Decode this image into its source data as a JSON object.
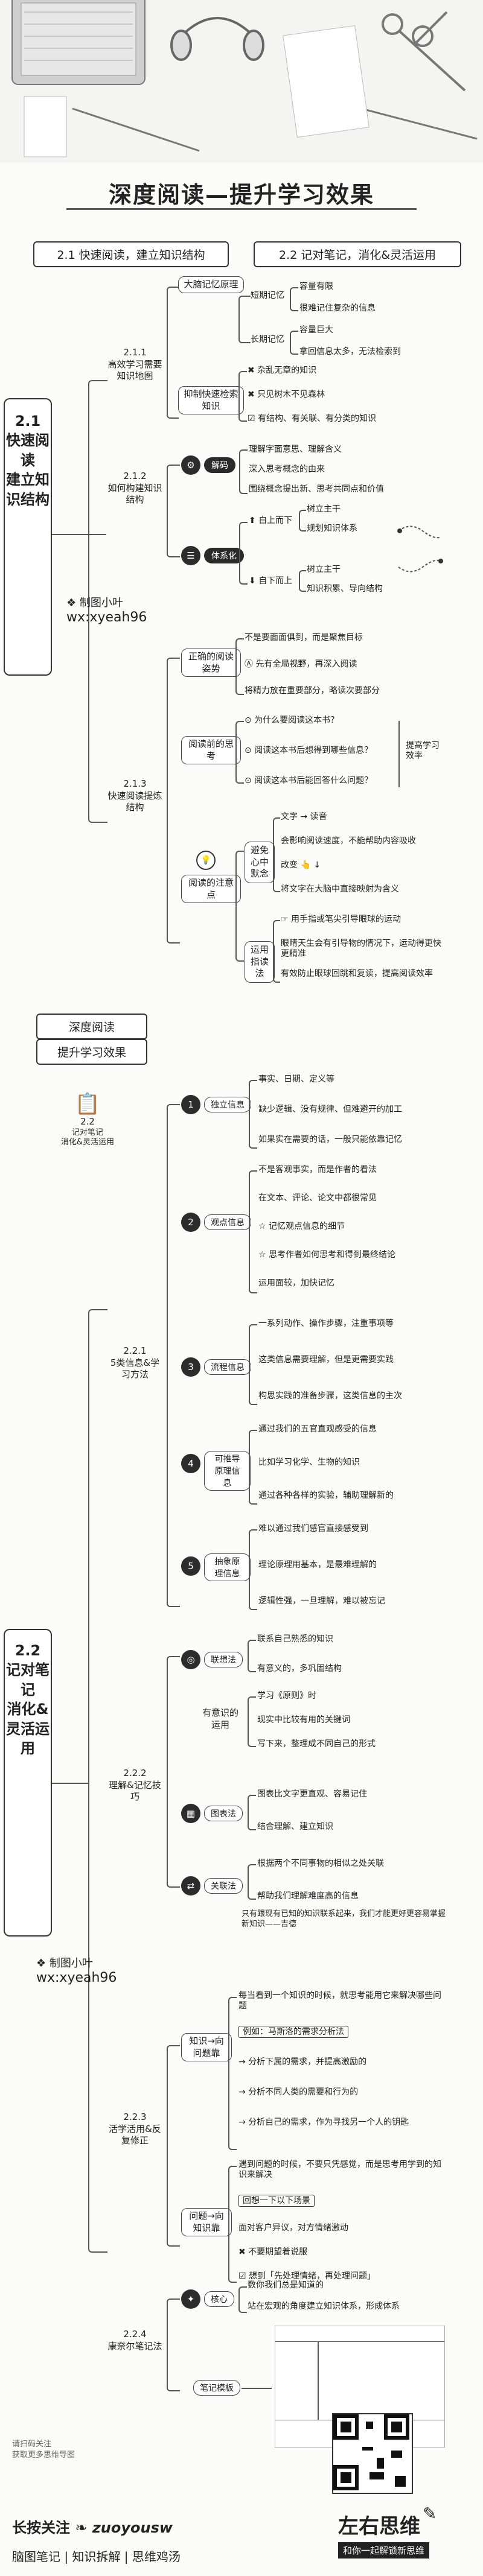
{
  "header": {
    "title": "深度阅读—提升学习效果",
    "section_1": "2.1 快速阅读，建立知识结构",
    "section_2": "2.2 记对笔记，消化&灵活运用"
  },
  "part_1": {
    "vertical_label": "2.1\n快速阅读\n建立知识结构",
    "watermark_name": "制图小叶",
    "watermark_id": "wx:xyeah96",
    "n211": {
      "num": "2.1.1",
      "label": "高效学习需要知识地图",
      "memory": {
        "title": "大脑记忆原理",
        "short": {
          "label": "短期记忆",
          "items": [
            "容量有限",
            "很难记住复杂的信息"
          ]
        },
        "long": {
          "label": "长期记忆",
          "items": [
            "容量巨大",
            "拿回信息太多，无法检索到"
          ]
        }
      },
      "suppress": {
        "title": "抑制快速检索知识",
        "items": [
          "杂乱无章的知识",
          "只见树木不见森林",
          "有结构、有关联、有分类的知识"
        ]
      }
    },
    "n212": {
      "num": "2.1.2",
      "label": "如何构建知识结构",
      "decode": {
        "title": "解码",
        "items": [
          "理解字面意思、理解含义",
          "深入思考概念的由来",
          "围绕概念提出新、思考共同点和价值"
        ]
      },
      "system": {
        "title": "体系化",
        "top_down": {
          "label": "自上而下",
          "items": [
            "树立主干",
            "规划知识体系"
          ]
        },
        "bottom_up": {
          "label": "自下而上",
          "items": [
            "树立主干",
            "知识积累、导向结构"
          ]
        }
      }
    },
    "n213": {
      "num": "2.1.3",
      "label": "快速阅读提炼结构",
      "right_stance": {
        "title": "正确的阅读姿势",
        "items": [
          "不是要面面俱到，而是聚焦目标",
          "先有全局视野，再深入阅读",
          "将精力放在重要部分，略读次要部分"
        ]
      },
      "pre_think": {
        "title": "阅读前的思考",
        "items": [
          "为什么要阅读这本书？",
          "阅读这本书后想得到哪些信息？",
          "阅读这本书后能回答什么问题？"
        ],
        "side_note": "提高学习效率"
      },
      "attention": {
        "title": "阅读的注意点",
        "core": {
          "label": "避免心中默念",
          "items": [
            "文字 → 读音",
            "会影响阅读速度，不能帮助内容吸收",
            "改变 👆 ↓"
          ],
          "footer": "将文字在大脑中直接映射为含义"
        },
        "guide": {
          "label": "运用指读法",
          "items": [
            "用手指或笔尖引导眼球的运动",
            "眼睛天生会有引导物的情况下，运动得更快更精准",
            "有效防止眼球回跳和复读，提高阅读效率"
          ]
        }
      }
    }
  },
  "part_2": {
    "mini_title_1": "深度阅读",
    "mini_title_2": "提升学习效果",
    "center_num": "2.2",
    "center_label": "记对笔记\n消化&灵活运用",
    "vertical_label": "2.2\n记对笔记\n消化&灵活运用",
    "watermark_name": "制图小叶",
    "watermark_id": "wx:xyeah96",
    "n221": {
      "num": "2.2.1",
      "label": "5类信息&学习方法",
      "independent": {
        "title": "独立信息",
        "items": [
          "事实、日期、定义等",
          "缺少逻辑、没有规律、但难避开的加工",
          "如果实在需要的话，一般只能依靠记忆"
        ]
      },
      "opinion": {
        "title": "观点信息",
        "items": [
          "不是客观事实，而是作者的看法",
          "在文本、评论、论文中都很常见",
          "记忆观点信息的细节",
          "思考作者如何思考和得到最终结论",
          "运用面较，加快记忆"
        ]
      },
      "process": {
        "title": "流程信息",
        "items": [
          "一系列动作、操作步骤，注重事项等",
          "这类信息需要理解，但是更需要实践",
          "构思实践的准备步骤，这类信息的主次"
        ]
      },
      "derive": {
        "title": "可推导原理信息",
        "items": [
          "通过我们的五官直观感受的信息",
          "比如学习化学、生物的知识",
          "通过各种各样的实验，辅助理解新的"
        ]
      },
      "abstract": {
        "title": "抽象原理信息",
        "items": [
          "难以通过我们感官直接感受到",
          "理论原理用基本，是最难理解的",
          "逻辑性强，一旦理解，难以被忘记"
        ]
      }
    },
    "n222": {
      "num": "2.2.2",
      "label": "理解&记忆技巧",
      "assoc": {
        "title": "联想法",
        "items": [
          "联系自己熟悉的知识",
          "有意义的，多巩固结构"
        ]
      },
      "meaningful": {
        "label": "有意识的运用",
        "items": [
          "学习《原则》时",
          "现实中比较有用的关键词",
          "写下来，整理成不同自己的形式"
        ]
      },
      "chart": {
        "title": "图表法",
        "items": [
          "图表比文字更直观、容易记住",
          "结合理解、建立知识"
        ]
      },
      "link": {
        "title": "关联法",
        "items": [
          "根据两个不同事物的相似之处关联",
          "帮助我们理解难度高的信息"
        ]
      },
      "quote": "只有跟现有已知的知识联系起来，我们才能更好更容易掌握新知识——吉德"
    },
    "n223": {
      "num": "2.2.3",
      "label": "活学活用&反复修正",
      "knowledge": {
        "label": "知识→向问题靠",
        "intro": [
          "每当看到一个知识的时候，就思考能用它来解决哪些问题"
        ],
        "example_title": "例如：马斯洛的需求分析法",
        "items": [
          "分析下属的需求，并提高激励的",
          "分析不同人类的需要和行为的",
          "分析自己的需求，作为寻找另一个人的钥匙"
        ]
      },
      "problem": {
        "label": "问题→向知识靠",
        "intro": [
          "遇到问题的时候，不要只凭感觉，而是思考用学到的知识来解决"
        ],
        "example_title": "回想一下以下场景",
        "items": [
          "面对客户异议，对方情绪激动",
          "不要期望着说服",
          "想到「先处理情绪，再处理问题」"
        ]
      }
    },
    "n224": {
      "num": "2.2.4",
      "label": "康奈尔笔记法",
      "core": {
        "title": "核心",
        "items": [
          "数你我们总是知道的",
          "站在宏观的角度建立知识体系，形成体系"
        ]
      },
      "template": {
        "title": "笔记模板"
      }
    }
  },
  "footer": {
    "caption_line_1": "请扫码关注",
    "caption_line_2": "获取更多思维导图",
    "follow_text": "长按关注",
    "account": "zuoyousw",
    "tagline": "脑图笔记 | 知识拆解 | 思维鸡汤",
    "brand": "左右思维",
    "brand_sub": "和你一起解锁新思维"
  }
}
